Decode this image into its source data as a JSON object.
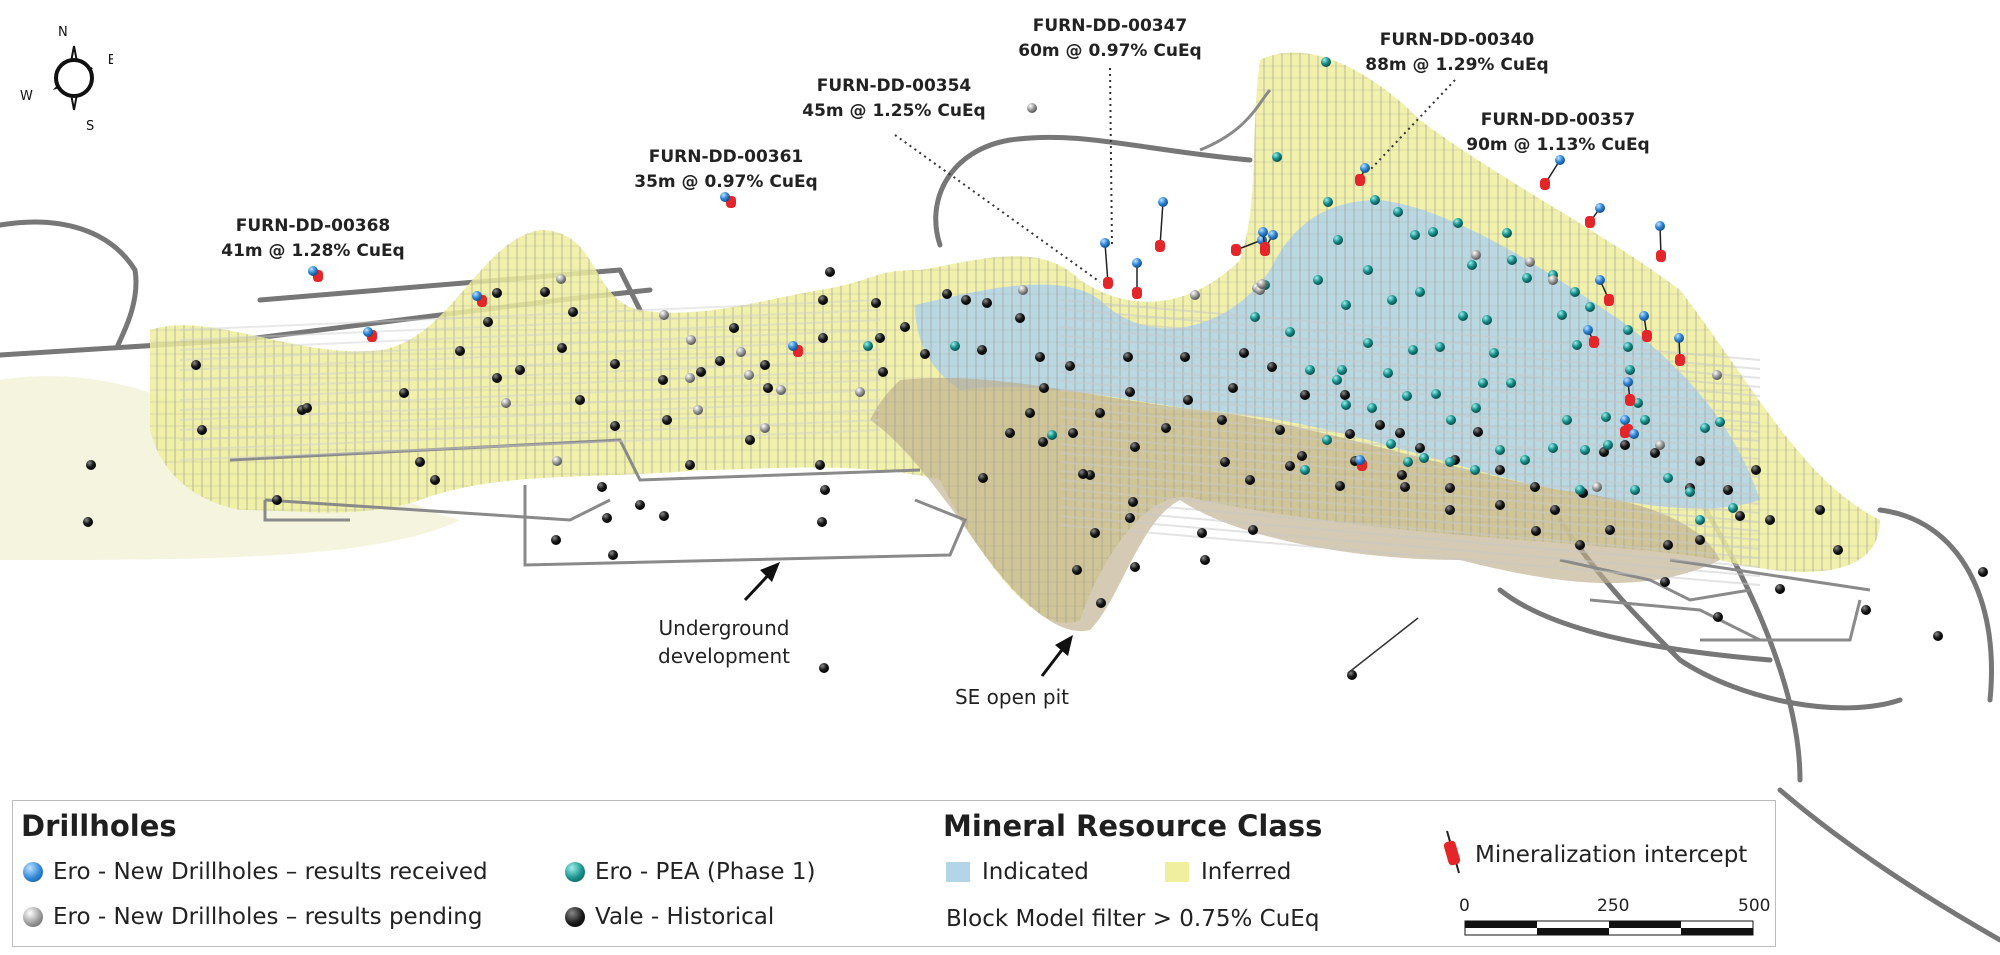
{
  "compass": {
    "n": "N",
    "e": "E",
    "s": "S",
    "w": "W"
  },
  "callouts": [
    {
      "id": "FURN-DD-00368",
      "text": "41m @ 1.28% CuEq"
    },
    {
      "id": "FURN-DD-00361",
      "text": "35m @ 0.97% CuEq"
    },
    {
      "id": "FURN-DD-00354",
      "text": "45m @ 1.25% CuEq"
    },
    {
      "id": "FURN-DD-00347",
      "text": "60m @ 0.97% CuEq"
    },
    {
      "id": "FURN-DD-00340",
      "text": "88m @ 1.29% CuEq"
    },
    {
      "id": "FURN-DD-00357",
      "text": "90m @ 1.13% CuEq"
    }
  ],
  "annotations": {
    "underground_line1": "Underground",
    "underground_line2": "development",
    "pit": "SE open pit"
  },
  "legend": {
    "drillholes_title": "Drillholes",
    "drillholes": [
      {
        "label": "Ero - New Drillholes – results received",
        "color": "#2f86d6"
      },
      {
        "label": "Ero - New Drillholes – results pending",
        "color": "#9c9c9c"
      },
      {
        "label": "Ero - PEA (Phase 1)",
        "color": "#17908c"
      },
      {
        "label": "Vale - Historical",
        "color": "#1a1a1a"
      }
    ],
    "resource_title": "Mineral Resource Class",
    "resource": [
      {
        "label": "Indicated",
        "color": "#b4d5e8"
      },
      {
        "label": "Inferred",
        "color": "#efef9e"
      }
    ],
    "filter": "Block Model filter > 0.75% CuEq",
    "intercept": "Mineralization intercept",
    "scale": {
      "start": "0",
      "mid": "250",
      "end": "500"
    }
  }
}
